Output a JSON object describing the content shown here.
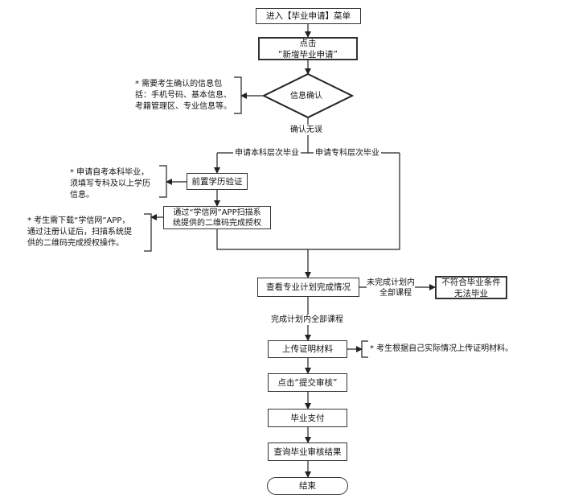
{
  "flowchart": {
    "steps": {
      "enter_menu": "进入【毕业申请】菜单",
      "click_new_line1": "点击",
      "click_new_line2": "“新增毕业申请”",
      "info_confirm": "信息确认",
      "pre_verify": "前置学历验证",
      "xuexin_line1": "通过“学信网”APP扫描系",
      "xuexin_line2": "统提供的二维码完成授权",
      "check_plan": "查看专业计划完成情况",
      "not_qualified_line1": "不符合毕业条件",
      "not_qualified_line2": "无法毕业",
      "upload": "上传证明材料",
      "submit": "点击“提交审核”",
      "pay": "毕业支付",
      "query": "查询毕业审核结果",
      "end": "结束"
    },
    "labels": {
      "confirmed": "确认无误",
      "bachelor": "申请本科层次毕业",
      "junior": "申请专科层次毕业",
      "not_completed_line1": "未完成计划内",
      "not_completed_line2": "全部课程",
      "completed": "完成计划内全部课程"
    },
    "notes": {
      "info_note_line1": "* 需要考生确认的信息包",
      "info_note_line2": "括：手机号码、基本信息、",
      "info_note_line3": "考籍管理区、专业信息等。",
      "bachelor_note_line1": "* 申请自考本科毕业，",
      "bachelor_note_line2": "须填写专科及以上学历",
      "bachelor_note_line3": "信息。",
      "app_note_line1": "* 考生需下载“学信网”APP，",
      "app_note_line2": "通过注册认证后，扫描系统提",
      "app_note_line3": "供的二维码完成授权操作。",
      "upload_note": "* 考生根据自己实际情况上传证明材料。"
    }
  }
}
